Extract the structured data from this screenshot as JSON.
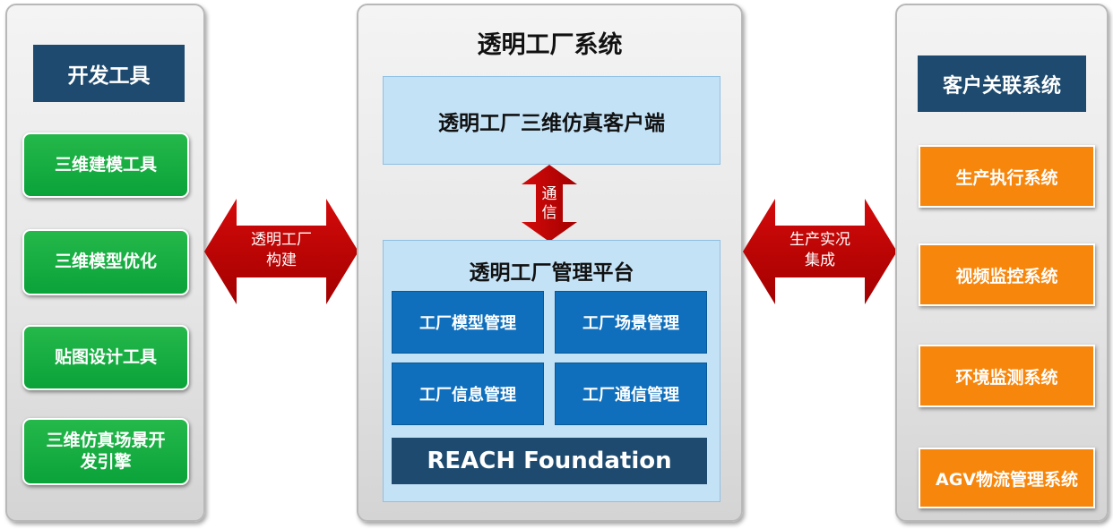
{
  "left_panel": {
    "header": "开发工具",
    "items": [
      "三维建模工具",
      "三维模型优化",
      "贴图设计工具",
      "三维仿真场景开发引擎"
    ],
    "last_item_lines": [
      "三维仿真场景开",
      "发引擎"
    ]
  },
  "center_panel": {
    "title": "透明工厂系统",
    "client_box": "透明工厂三维仿真客户端",
    "comm_arrow": {
      "line1": "通",
      "line2": "信"
    },
    "platform": {
      "title": "透明工厂管理平台",
      "modules": [
        "工厂模型管理",
        "工厂场景管理",
        "工厂信息管理",
        "工厂通信管理"
      ],
      "foundation": "REACH Foundation"
    }
  },
  "right_panel": {
    "header": "客户关联系统",
    "items": [
      "生产执行系统",
      "视频监控系统",
      "环境监测系统",
      "AGV物流管理系统"
    ]
  },
  "left_arrow": {
    "line1": "透明工厂",
    "line2": "构建"
  },
  "right_arrow": {
    "line1": "生产实况",
    "line2": "集成"
  },
  "colors": {
    "navy": "#1d4a6e",
    "green": "#0aa33a",
    "orange": "#f7860c",
    "module_blue": "#0f6fbc",
    "light_blue": "#c4e2f6",
    "arrow_red": "#c00000"
  }
}
